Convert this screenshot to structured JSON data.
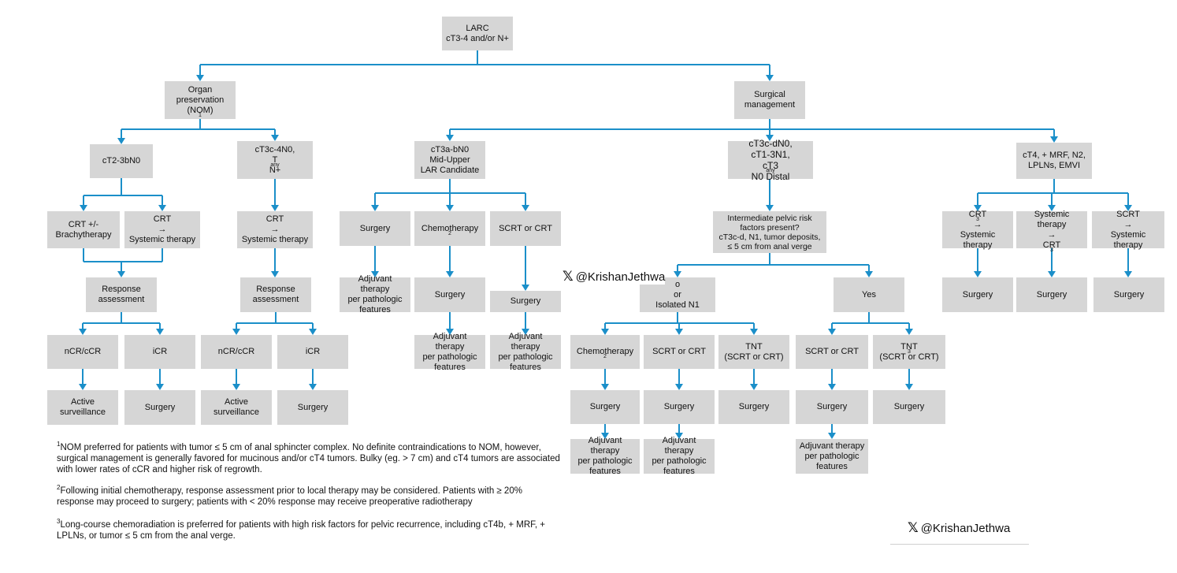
{
  "nodes": {
    "larc": [
      "LARC",
      "cT3-4 and/or N+"
    ],
    "organ": [
      "Organ",
      "preservation",
      "(NOM)"
    ],
    "organ_sup": "1",
    "surgical": [
      "Surgical",
      "management"
    ],
    "ct23bn0": [
      "cT2-3bN0"
    ],
    "ct3c4n0": [
      "cT3c-4N0,"
    ],
    "tany_t": "T",
    "tany_sub": "any",
    "tany_rest": "N+",
    "ct3abn0": [
      "cT3a-bN0",
      "Mid-Upper",
      "LAR Candidate"
    ],
    "ct3cdn0_l1": "cT3c-dN0,",
    "ct3cdn0_l2": "cT1-3N1,",
    "ct3cdn0_l3a": "cT3",
    "ct3cdn0_l3sub": "any",
    "ct3cdn0_l3b": "N0 Distal",
    "ct4": [
      "cT4, + MRF, N2,",
      "LPLNs, EMVI"
    ],
    "crt_brachy": [
      "CRT +/-",
      "Brachytherapy"
    ],
    "crt_sys_1": [
      "CRT",
      "→",
      "Systemic therapy"
    ],
    "crt_sys_2": [
      "CRT",
      "→",
      "Systemic therapy"
    ],
    "resp_1": [
      "Response",
      "assessment"
    ],
    "resp_2": [
      "Response",
      "assessment"
    ],
    "ncr_1": [
      "nCR/cCR"
    ],
    "icr_1": [
      "iCR"
    ],
    "ncr_2": [
      "nCR/cCR"
    ],
    "icr_2": [
      "iCR"
    ],
    "active_1": [
      "Active",
      "surveillance"
    ],
    "surg_icr_1": [
      "Surgery"
    ],
    "active_2": [
      "Active",
      "surveillance"
    ],
    "surg_icr_2": [
      "Surgery"
    ],
    "mid_surgery": [
      "Surgery"
    ],
    "mid_chemo": "Chemotherapy",
    "mid_chemo_sup": "2",
    "mid_scrt": [
      "SCRT or CRT"
    ],
    "mid_adj_1": [
      "Adjuvant therapy",
      "per pathologic",
      "features"
    ],
    "mid_surg_2": [
      "Surgery"
    ],
    "mid_surg_3": [
      "Surgery"
    ],
    "mid_adj_2": [
      "Adjuvant therapy",
      "per pathologic",
      "features"
    ],
    "mid_adj_3": [
      "Adjuvant therapy",
      "per pathologic",
      "features"
    ],
    "inter": [
      "Intermediate pelvic risk",
      "factors present?",
      "cT3c-d, N1, tumor deposits,",
      "≤ 5 cm from anal verge"
    ],
    "no_node": [
      "o",
      "or",
      "Isolated N1"
    ],
    "yes_node": [
      "Yes"
    ],
    "no_chemo": "Chemotherapy",
    "no_chemo_sup": "2",
    "no_scrt": [
      "SCRT or CRT"
    ],
    "no_tnt": [
      "TNT",
      "(SCRT or CRT)"
    ],
    "yes_scrt": [
      "SCRT or CRT"
    ],
    "yes_tnt_t": "TNT",
    "yes_tnt_sup": "3",
    "yes_tnt_l2": "(SCRT or CRT)",
    "no_surg_1": [
      "Surgery"
    ],
    "no_surg_2": [
      "Surgery"
    ],
    "no_surg_3": [
      "Surgery"
    ],
    "yes_surg_1": [
      "Surgery"
    ],
    "yes_surg_2": [
      "Surgery"
    ],
    "no_adj_1": [
      "Adjuvant therapy",
      "per pathologic",
      "features"
    ],
    "no_adj_2": [
      "Adjuvant therapy",
      "per pathologic",
      "features"
    ],
    "yes_adj_1": [
      "Adjuvant therapy",
      "per pathologic",
      "features"
    ],
    "r_crt3_a": "CRT",
    "r_crt3_sup": "3",
    "r_crt3_b": "→",
    "r_crt3_c": "Systemic therapy",
    "r_sys_a": "Systemic therapy",
    "r_sys_b": "→",
    "r_sys_c": "CRT",
    "r_sys_sup": "3",
    "r_scrt": [
      "SCRT",
      "→",
      "Systemic therapy"
    ],
    "r_surg_1": [
      "Surgery"
    ],
    "r_surg_2": [
      "Surgery"
    ],
    "r_surg_3": [
      "Surgery"
    ]
  },
  "footnotes": {
    "f1_num": "1",
    "f1": "NOM preferred for patients with tumor ≤ 5 cm of anal sphincter complex. No definite contraindications to NOM, however, surgical management is generally favored for mucinous and/or cT4 tumors. Bulky (eg. > 7 cm) and cT4 tumors are associated with lower rates of cCR and higher risk of regrowth.",
    "f2_num": "2",
    "f2": "Following initial chemotherapy, response assessment prior to local therapy may be considered. Patients with ≥ 20% response may proceed to surgery; patients with < 20% response may receive preoperative radiotherapy",
    "f3_num": "3",
    "f3": "Long-course chemoradiation is preferred for patients with high risk factors for pelvic recurrence, including cT4b, + MRF, + LPLNs, or tumor ≤ 5 cm from the anal verge."
  },
  "watermarks": {
    "middle": "@KrishanJethwa",
    "bottom": "@KrishanJethwa"
  },
  "colors": {
    "node_fill": "#d6d6d6",
    "connector": "#1b8fc9"
  }
}
